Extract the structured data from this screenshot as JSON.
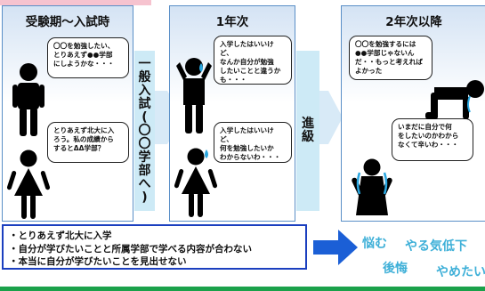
{
  "panels": [
    {
      "title": "受験期～入試時"
    },
    {
      "title": "1年次"
    },
    {
      "title": "2年次以降"
    }
  ],
  "transitions": {
    "entrance": [
      "一",
      "般",
      "入",
      "試",
      "(",
      "〇",
      "〇",
      "学",
      "部",
      "へ",
      ")"
    ],
    "promotion": [
      "進",
      "級"
    ]
  },
  "bubbles": {
    "p1_top": "〇〇を勉強したい、\nとりあえず●●学部\nにしようかな・・・",
    "p1_bottom": "とりあえず北大に入\nろう。私の成績から\nするとΔΔ学部？",
    "p2_top": "入学したはいいけど、\nなんか自分が勉強\nしたいことと違うか\nも・・・",
    "p2_bottom": "入学したはいいけど、\n何を勉強したいか\nわからないわ・・・",
    "p3_top": "〇〇を勉強するには\n●●学部じゃないん\nだ・・もっと考えれば\nよかった",
    "p3_bottom": "いまだに自分で何\nをしたいのかわから\nなくて辛いわ・・・"
  },
  "summary": [
    "・とりあえず北大に入学",
    "・自分が学びたいことと所属学部で学べる内容が合わない",
    "・本当に自分が学びたいことを見出せない"
  ],
  "feelings": {
    "row1": [
      "悩む",
      "やる気低下"
    ],
    "row2": [
      "後悔",
      "やめたい"
    ]
  },
  "colors": {
    "panel_border": "#5a8fc7",
    "label_bg": "#cdeaf6",
    "summary_border": "#1b3fbf",
    "arrow": "#1b5fd6",
    "feeling_text": "#3fb0d8",
    "tear": "#2aa7e0",
    "bottom_line": "#1aa14a"
  }
}
